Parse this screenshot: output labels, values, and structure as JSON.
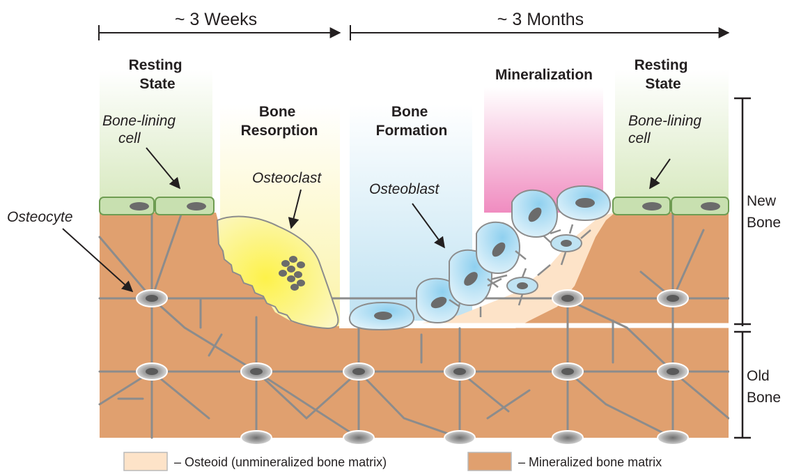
{
  "timeline": {
    "first": "~ 3 Weeks",
    "second": "~ 3 Months"
  },
  "phases": {
    "resting_left": [
      "Resting",
      "State"
    ],
    "resorption": [
      "Bone",
      "Resorption"
    ],
    "formation": [
      "Bone",
      "Formation"
    ],
    "mineralization": [
      "Mineralization"
    ],
    "resting_right": [
      "Resting",
      "State"
    ]
  },
  "cells": {
    "lining_left": [
      "Bone-lining",
      "cell"
    ],
    "lining_right": [
      "Bone-lining",
      "cell"
    ],
    "osteoclast": "Osteoclast",
    "osteoblast": "Osteoblast",
    "osteocyte": "Osteocyte"
  },
  "side_labels": {
    "new_bone": [
      "New",
      "Bone"
    ],
    "old_bone": [
      "Old",
      "Bone"
    ]
  },
  "legend": [
    {
      "label": "– Osteoid (unmineralized bone matrix)",
      "color": "#fde3c8"
    },
    {
      "label": "– Mineralized bone matrix",
      "color": "#e0a06f"
    }
  ],
  "colors": {
    "mineralized": "#e0a06f",
    "osteoid": "#fde3c8",
    "lining": "#c8e0b0",
    "osteoclast": "#fbf39c",
    "osteoblast": "#bfe3f3",
    "network": "#8c8c8c"
  }
}
